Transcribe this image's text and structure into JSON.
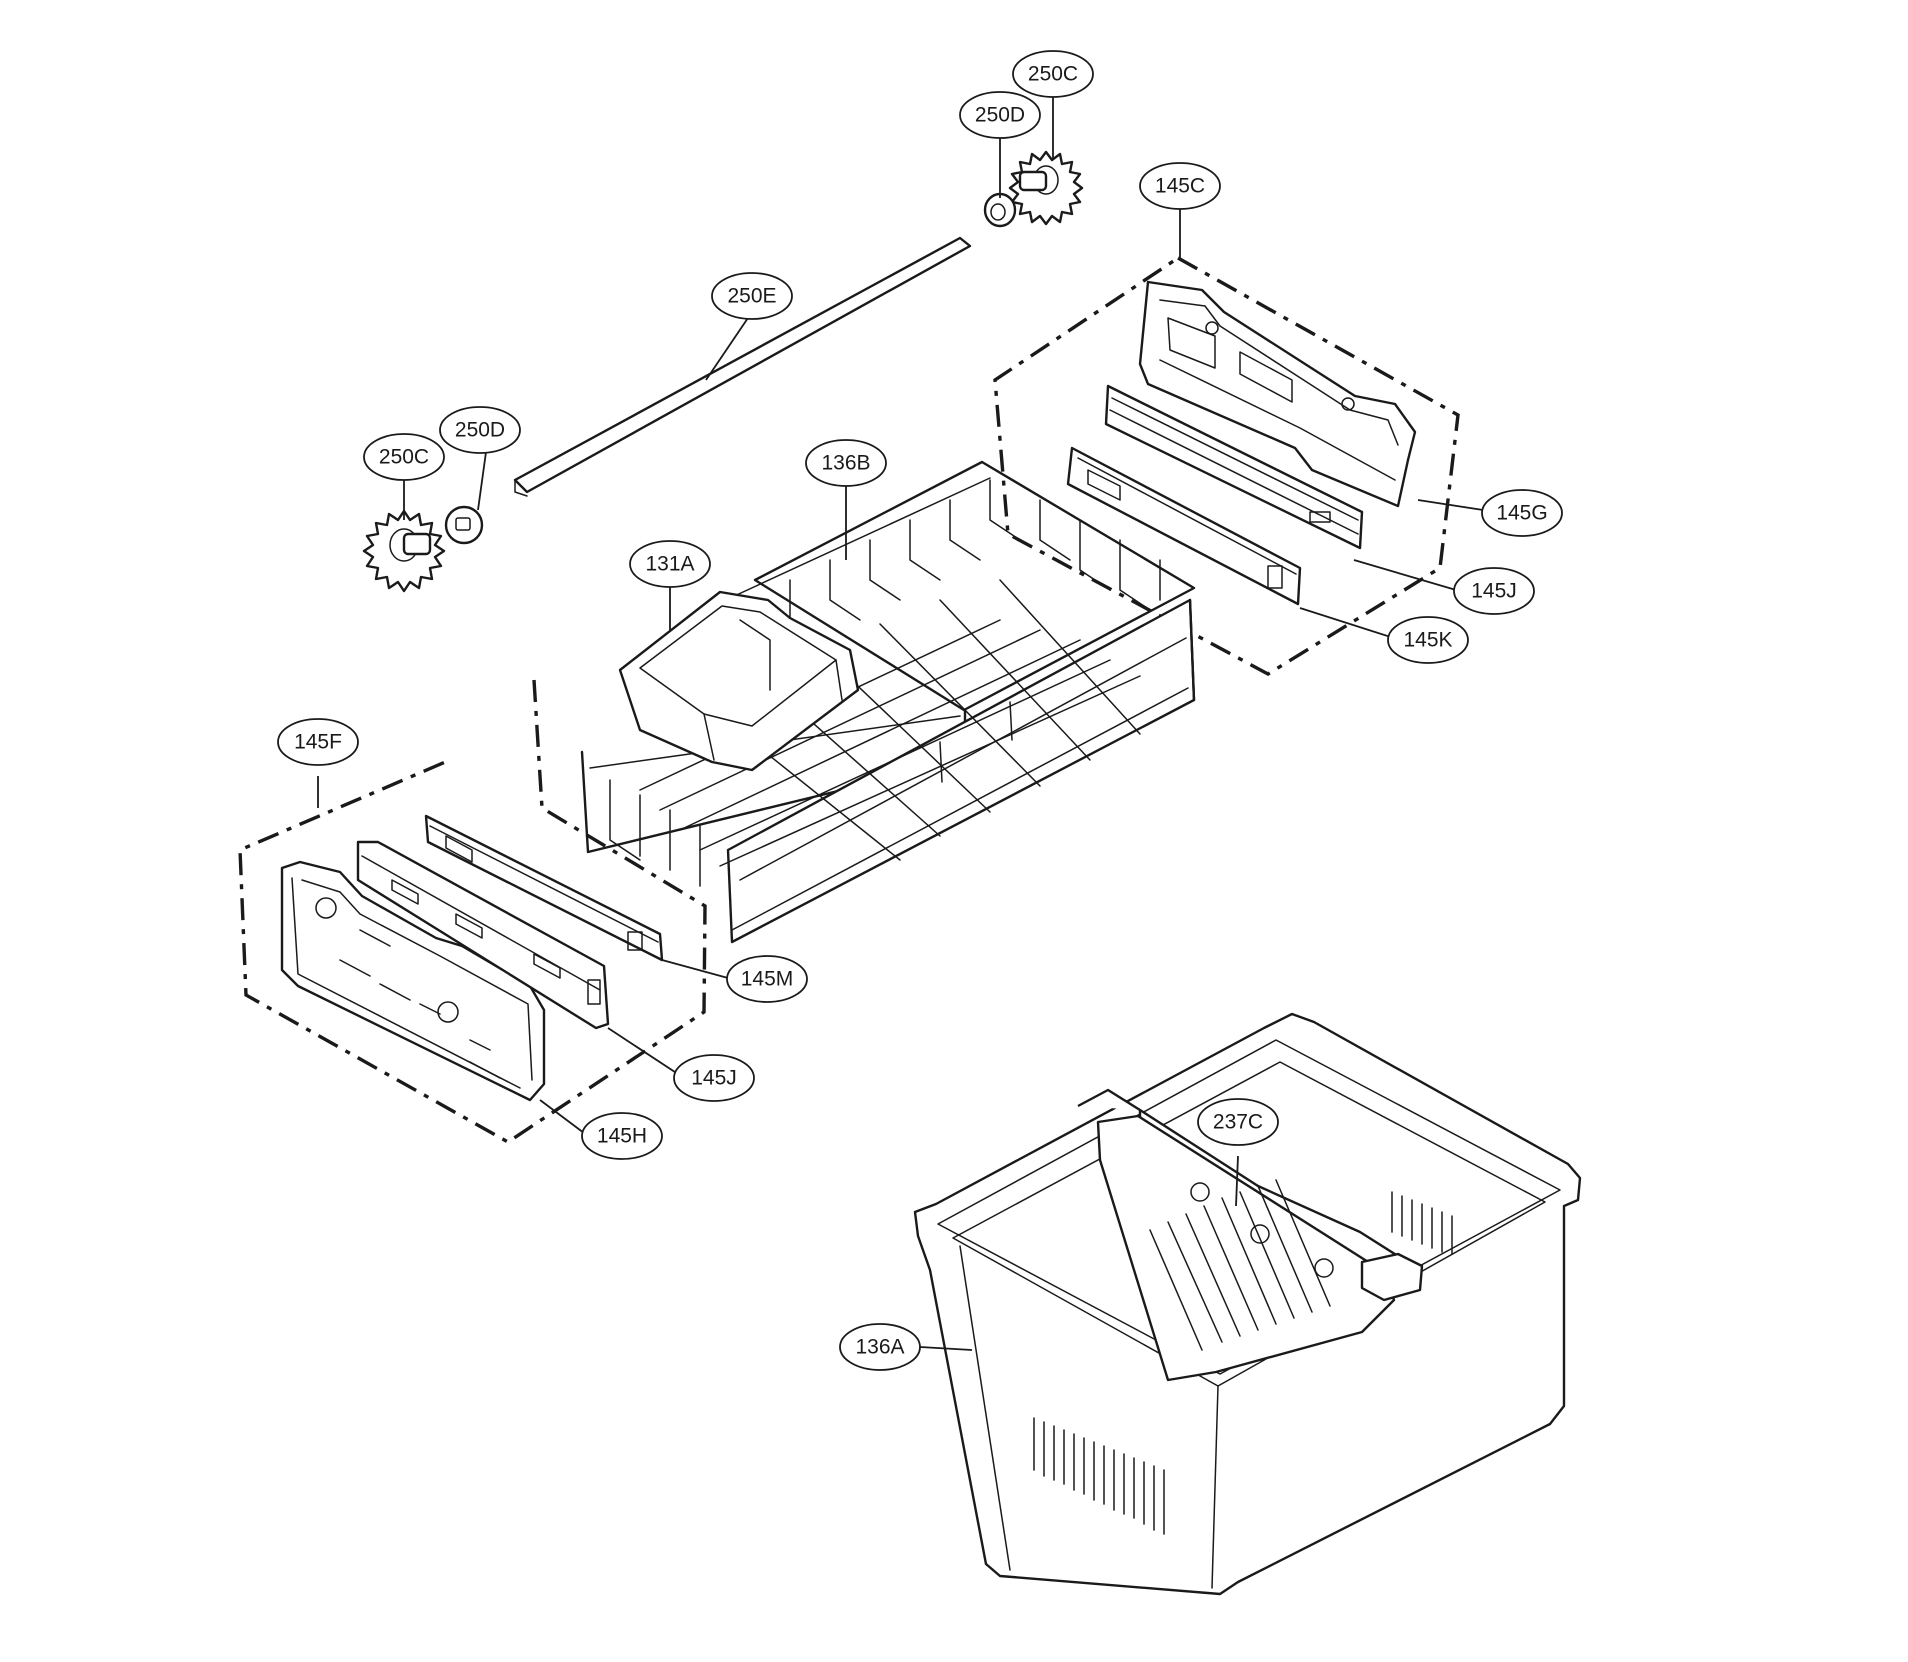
{
  "callouts": {
    "c250C_top": "250C",
    "c250D_top": "250D",
    "c145C": "145C",
    "c250E": "250E",
    "c250D_left": "250D",
    "c250C_left": "250C",
    "c136B": "136B",
    "c131A": "131A",
    "c145G": "145G",
    "c145J_right": "145J",
    "c145K": "145K",
    "c145F": "145F",
    "c145M": "145M",
    "c145J_left": "145J",
    "c145H": "145H",
    "c237C": "237C",
    "c136A": "136A"
  }
}
